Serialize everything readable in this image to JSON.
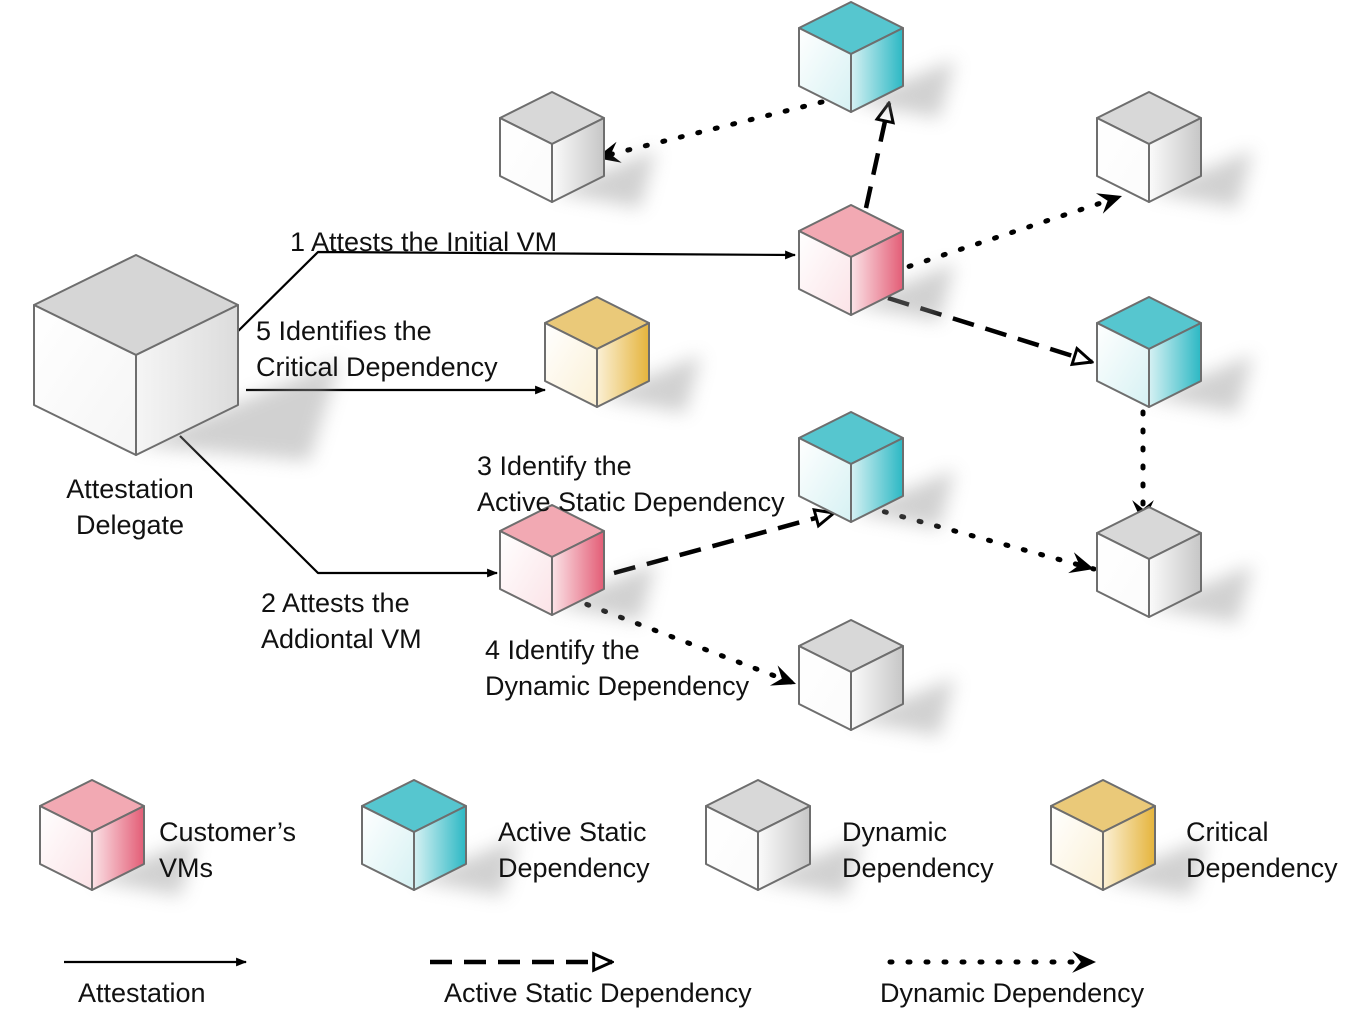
{
  "colors": {
    "customer_vm": [
      "#f2a9b3",
      "#fbe3e7",
      "#e35d76"
    ],
    "active_static": [
      "#56c6cf",
      "#d6f1f3",
      "#2cb8c4"
    ],
    "dynamic": [
      "#d8d8d8",
      "#fbfbfb",
      "#c6c6c6"
    ],
    "critical": [
      "#eac979",
      "#fbf0d5",
      "#e5b43c"
    ],
    "delegate": [
      "#d6d6d6",
      "#f5f5f5",
      "#dcdcdc"
    ]
  },
  "nodes": {
    "delegate": {
      "label_line1": "Attestation",
      "label_line2": "Delegate",
      "kind": "delegate"
    }
  },
  "steps": {
    "s1": "1 Attests the Initial VM",
    "s2_line1": "2 Attests the",
    "s2_line2": "Addiontal VM",
    "s3_line1": "3 Identify the",
    "s3_line2": "Active Static Dependency",
    "s4_line1": "4 Identify the",
    "s4_line2": "Dynamic Dependency",
    "s5_line1": "5 Identifies the",
    "s5_line2": "Critical Dependency"
  },
  "legend": {
    "nodes": [
      {
        "kind": "customer_vm",
        "line1": "Customer’s",
        "line2": "VMs"
      },
      {
        "kind": "active_static",
        "line1": "Active Static",
        "line2": "Dependency"
      },
      {
        "kind": "dynamic",
        "line1": "Dynamic",
        "line2": "Dependency"
      },
      {
        "kind": "critical",
        "line1": "Critical",
        "line2": "Dependency"
      }
    ],
    "edges": [
      {
        "style": "solid",
        "label": "Attestation"
      },
      {
        "style": "dashed",
        "label": "Active Static Dependency"
      },
      {
        "style": "dotted",
        "label": "Dynamic Dependency"
      }
    ]
  }
}
